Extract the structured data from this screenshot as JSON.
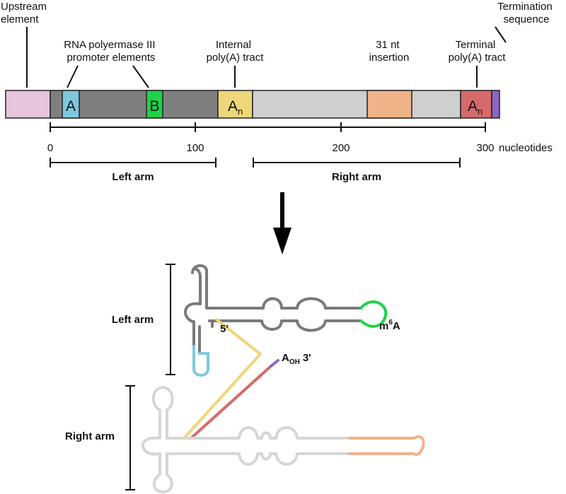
{
  "colors": {
    "upstream": "#e6c4dc",
    "gap": "#7f7f7f",
    "box_a": "#7ec8df",
    "box_b": "#1ed24a",
    "left_body": "#7f7f7f",
    "internal_polya": "#eed67a",
    "right_body": "#cfcfcf",
    "insertion": "#efb388",
    "terminal_polya": "#d66a6a",
    "termination": "#8a66c4",
    "structure_left": "#7a7a7a",
    "structure_right": "#d6d6d6"
  },
  "labels": {
    "upstream_element": [
      "Upstream",
      "element"
    ],
    "pol3_promoter": [
      "RNA polyermase III",
      "promoter elements"
    ],
    "internal_polya": [
      "Internal",
      "poly(A) tract"
    ],
    "insertion": [
      "31 nt",
      "insertion"
    ],
    "terminal_polya": [
      "Terminal",
      "poly(A) tract"
    ],
    "termination_sequence": [
      "Termination",
      "sequence"
    ]
  },
  "segments": {
    "box_a": "A",
    "box_b": "B",
    "an_base": "A",
    "an_sub": "n"
  },
  "axis": {
    "ticks": [
      {
        "value": 0,
        "label": "0"
      },
      {
        "value": 100,
        "label": "100"
      },
      {
        "value": 200,
        "label": "200"
      },
      {
        "value": 300,
        "label": "300"
      }
    ],
    "unit": "nucleotides"
  },
  "arms": {
    "left": "Left arm",
    "right": "Right arm"
  },
  "structure": {
    "five_prime": "5'",
    "m6a_base": "m",
    "m6a_sup": "6",
    "m6a_tail": "A",
    "three_prime_base": "A",
    "three_prime_sub": "OH",
    "three_prime_tail": "3'"
  }
}
